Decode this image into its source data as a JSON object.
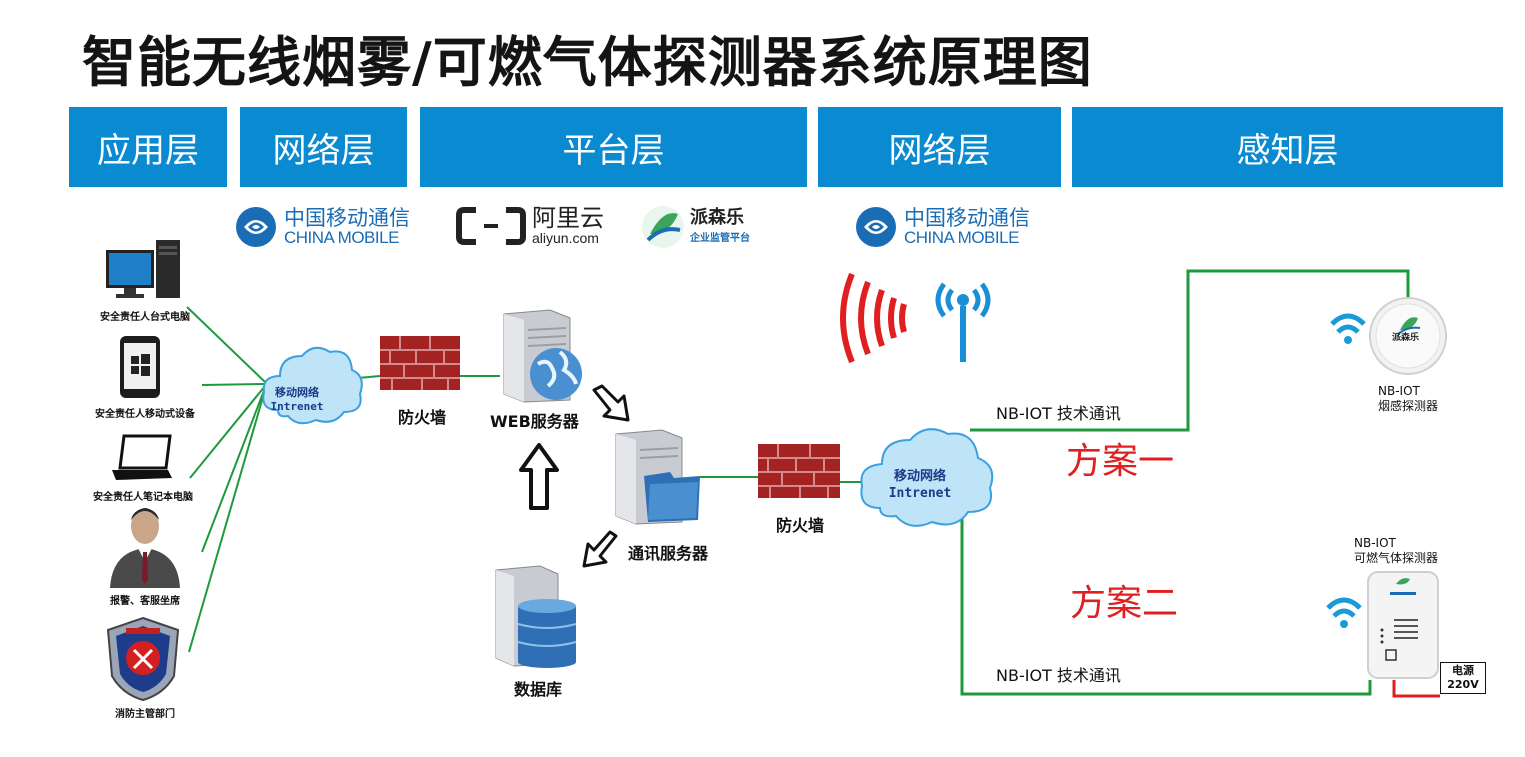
{
  "title": "智能无线烟雾/可燃气体探测器系统原理图",
  "layers": [
    "应用层",
    "网络层",
    "平台层",
    "网络层",
    "感知层"
  ],
  "logos": {
    "china_mobile_cn": "中国移动通信",
    "china_mobile_en": "CHINA MOBILE",
    "aliyun_cn": "阿里云",
    "aliyun_en": "aliyun.com",
    "psl_name": "派森乐",
    "psl_sub": "企业监管平台"
  },
  "clients": [
    "安全责任人台式电脑",
    "安全责任人移动式设备",
    "安全责任人笔记本电脑",
    "报警、客服坐席",
    "消防主管部门"
  ],
  "cloud_left": {
    "line1": "移动网络",
    "line2": "Intrenet"
  },
  "cloud_right": {
    "line1": "移动网络",
    "line2": "Intrenet"
  },
  "firewall_label": "防火墙",
  "web_server_label": "WEB服务器",
  "comm_server_label": "通讯服务器",
  "database_label": "数据库",
  "nbiot_label": "NB-IOT 技术通讯",
  "plan1": "方案一",
  "plan2": "方案二",
  "smoke": {
    "line1": "NB-IOT",
    "line2": "烟感探测器",
    "device_text": "派森乐"
  },
  "gas": {
    "line1": "NB-IOT",
    "line2": "可燃气体探测器"
  },
  "power": {
    "line1": "电源",
    "line2": "220V"
  },
  "colors": {
    "layer_bar": "#0a8ad0",
    "line": "#1e9a3c",
    "plan": "#e02020"
  }
}
